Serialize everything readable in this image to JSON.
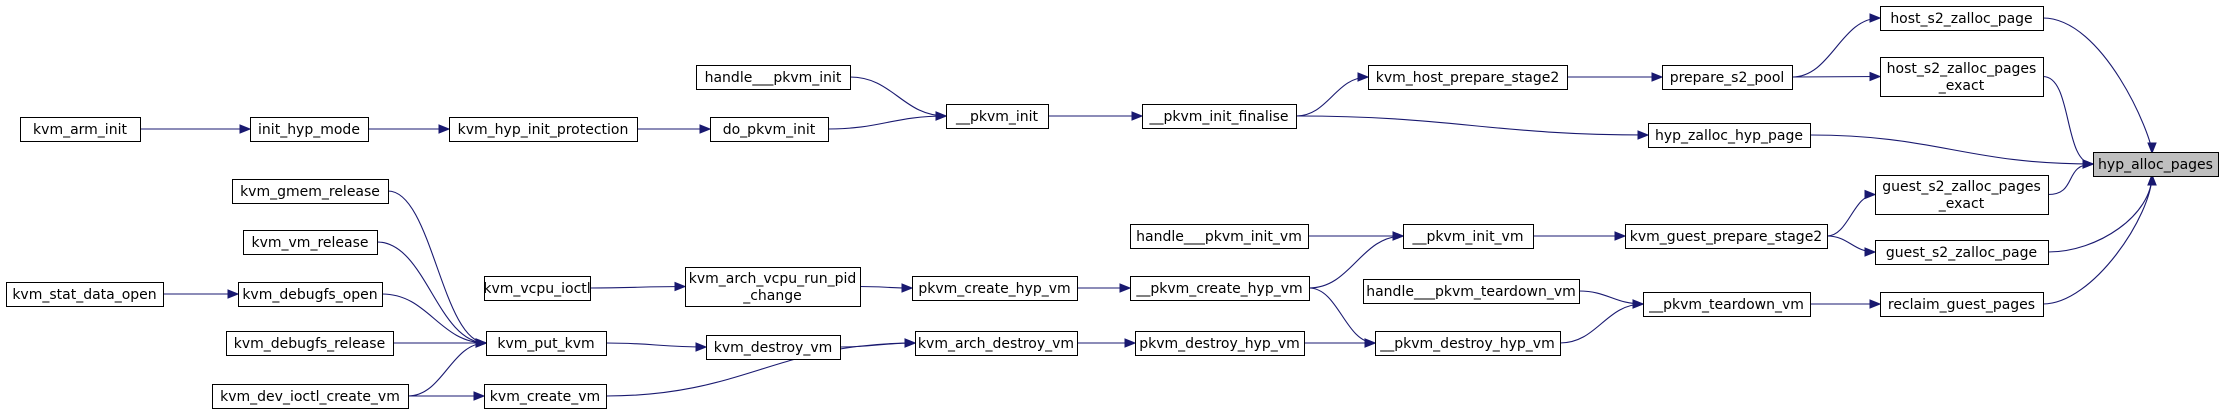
{
  "colors": {
    "edge": "#191970",
    "node_border": "#000000",
    "root_fill": "#bfbfbf",
    "node_fill": "#ffffff"
  },
  "nodes": {
    "hyp_alloc_pages": [
      "hyp_alloc_pages"
    ],
    "host_s2_zalloc_page": [
      "host_s2_zalloc_page"
    ],
    "host_s2_zalloc_pages_exact": [
      "host_s2_zalloc_pages",
      "_exact"
    ],
    "hyp_zalloc_hyp_page": [
      "hyp_zalloc_hyp_page"
    ],
    "guest_s2_zalloc_pages_exact": [
      "guest_s2_zalloc_pages",
      "_exact"
    ],
    "guest_s2_zalloc_page": [
      "guest_s2_zalloc_page"
    ],
    "reclaim_guest_pages": [
      "reclaim_guest_pages"
    ],
    "prepare_s2_pool": [
      "prepare_s2_pool"
    ],
    "kvm_host_prepare_stage2": [
      "kvm_host_prepare_stage2"
    ],
    "__pkvm_init_finalise": [
      "__pkvm_init_finalise"
    ],
    "__pkvm_init": [
      "__pkvm_init"
    ],
    "handle___pkvm_init": [
      "handle___pkvm_init"
    ],
    "do_pkvm_init": [
      "do_pkvm_init"
    ],
    "kvm_hyp_init_protection": [
      "kvm_hyp_init_protection"
    ],
    "init_hyp_mode": [
      "init_hyp_mode"
    ],
    "kvm_arm_init": [
      "kvm_arm_init"
    ],
    "kvm_guest_prepare_stage2": [
      "kvm_guest_prepare_stage2"
    ],
    "__pkvm_init_vm": [
      "__pkvm_init_vm"
    ],
    "handle___pkvm_init_vm": [
      "handle___pkvm_init_vm"
    ],
    "__pkvm_create_hyp_vm": [
      "__pkvm_create_hyp_vm"
    ],
    "pkvm_create_hyp_vm": [
      "pkvm_create_hyp_vm"
    ],
    "kvm_arch_vcpu_run_pid_change": [
      "kvm_arch_vcpu_run_pid",
      "_change"
    ],
    "kvm_vcpu_ioctl": [
      "kvm_vcpu_ioctl"
    ],
    "__pkvm_teardown_vm": [
      "__pkvm_teardown_vm"
    ],
    "handle___pkvm_teardown_vm": [
      "handle___pkvm_teardown_vm"
    ],
    "__pkvm_destroy_hyp_vm": [
      "__pkvm_destroy_hyp_vm"
    ],
    "pkvm_destroy_hyp_vm": [
      "pkvm_destroy_hyp_vm"
    ],
    "kvm_arch_destroy_vm": [
      "kvm_arch_destroy_vm"
    ],
    "kvm_destroy_vm": [
      "kvm_destroy_vm"
    ],
    "kvm_put_kvm": [
      "kvm_put_kvm"
    ],
    "kvm_create_vm": [
      "kvm_create_vm"
    ],
    "kvm_gmem_release": [
      "kvm_gmem_release"
    ],
    "kvm_vm_release": [
      "kvm_vm_release"
    ],
    "kvm_debugfs_open": [
      "kvm_debugfs_open"
    ],
    "kvm_debugfs_release": [
      "kvm_debugfs_release"
    ],
    "kvm_dev_ioctl_create_vm": [
      "kvm_dev_ioctl_create_vm"
    ],
    "kvm_stat_data_open": [
      "kvm_stat_data_open"
    ]
  },
  "edges": [
    [
      "host_s2_zalloc_page",
      "hyp_alloc_pages"
    ],
    [
      "host_s2_zalloc_pages_exact",
      "hyp_alloc_pages"
    ],
    [
      "hyp_zalloc_hyp_page",
      "hyp_alloc_pages"
    ],
    [
      "guest_s2_zalloc_pages_exact",
      "hyp_alloc_pages"
    ],
    [
      "guest_s2_zalloc_page",
      "hyp_alloc_pages"
    ],
    [
      "reclaim_guest_pages",
      "hyp_alloc_pages"
    ],
    [
      "prepare_s2_pool",
      "host_s2_zalloc_page"
    ],
    [
      "prepare_s2_pool",
      "host_s2_zalloc_pages_exact"
    ],
    [
      "kvm_host_prepare_stage2",
      "prepare_s2_pool"
    ],
    [
      "__pkvm_init_finalise",
      "kvm_host_prepare_stage2"
    ],
    [
      "__pkvm_init_finalise",
      "hyp_zalloc_hyp_page"
    ],
    [
      "__pkvm_init",
      "__pkvm_init_finalise"
    ],
    [
      "handle___pkvm_init",
      "__pkvm_init"
    ],
    [
      "do_pkvm_init",
      "__pkvm_init"
    ],
    [
      "kvm_hyp_init_protection",
      "do_pkvm_init"
    ],
    [
      "init_hyp_mode",
      "kvm_hyp_init_protection"
    ],
    [
      "kvm_arm_init",
      "init_hyp_mode"
    ],
    [
      "kvm_guest_prepare_stage2",
      "guest_s2_zalloc_pages_exact"
    ],
    [
      "kvm_guest_prepare_stage2",
      "guest_s2_zalloc_page"
    ],
    [
      "__pkvm_init_vm",
      "kvm_guest_prepare_stage2"
    ],
    [
      "handle___pkvm_init_vm",
      "__pkvm_init_vm"
    ],
    [
      "__pkvm_create_hyp_vm",
      "__pkvm_init_vm"
    ],
    [
      "pkvm_create_hyp_vm",
      "__pkvm_create_hyp_vm"
    ],
    [
      "kvm_arch_vcpu_run_pid_change",
      "pkvm_create_hyp_vm"
    ],
    [
      "kvm_vcpu_ioctl",
      "kvm_arch_vcpu_run_pid_change"
    ],
    [
      "__pkvm_teardown_vm",
      "reclaim_guest_pages"
    ],
    [
      "handle___pkvm_teardown_vm",
      "__pkvm_teardown_vm"
    ],
    [
      "__pkvm_destroy_hyp_vm",
      "__pkvm_teardown_vm"
    ],
    [
      "__pkvm_create_hyp_vm",
      "__pkvm_destroy_hyp_vm"
    ],
    [
      "pkvm_destroy_hyp_vm",
      "__pkvm_destroy_hyp_vm"
    ],
    [
      "kvm_arch_destroy_vm",
      "pkvm_destroy_hyp_vm"
    ],
    [
      "kvm_destroy_vm",
      "kvm_arch_destroy_vm"
    ],
    [
      "kvm_create_vm",
      "kvm_arch_destroy_vm"
    ],
    [
      "kvm_put_kvm",
      "kvm_destroy_vm"
    ],
    [
      "kvm_gmem_release",
      "kvm_put_kvm"
    ],
    [
      "kvm_vm_release",
      "kvm_put_kvm"
    ],
    [
      "kvm_debugfs_open",
      "kvm_put_kvm"
    ],
    [
      "kvm_debugfs_release",
      "kvm_put_kvm"
    ],
    [
      "kvm_dev_ioctl_create_vm",
      "kvm_put_kvm"
    ],
    [
      "kvm_dev_ioctl_create_vm",
      "kvm_create_vm"
    ],
    [
      "kvm_stat_data_open",
      "kvm_debugfs_open"
    ]
  ]
}
